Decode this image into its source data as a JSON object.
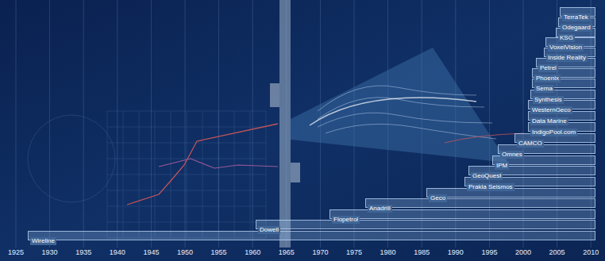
{
  "diagram": {
    "nodes": [
      {
        "text": [
          "Wireline"
        ]
      },
      {
        "text": [
          "Dowell"
        ]
      },
      {
        "text": [
          "Flopetrol"
        ]
      },
      {
        "text": [
          "Anadrill"
        ]
      },
      {
        "text": [
          "Geco"
        ]
      },
      {
        "text": [
          "Prakla Seismos"
        ]
      },
      {
        "text": [
          "GeoQuest"
        ]
      },
      {
        "text": [
          "IPM"
        ]
      },
      {
        "text": [
          "Omnes"
        ]
      },
      {
        "text": [
          "CAMCO"
        ]
      },
      {
        "text": [
          "IndigoPool.com"
        ]
      },
      {
        "text": [
          "Data Marine"
        ]
      },
      {
        "text": [
          "WesternGeco"
        ]
      },
      {
        "text": [
          "Synthesis"
        ]
      },
      {
        "text": [
          "Sema"
        ]
      },
      {
        "text": [
          "Phoenix"
        ]
      },
      {
        "text": [
          "Petrel"
        ]
      },
      {
        "text": [
          "Inside Reality"
        ]
      },
      {
        "text": [
          "VoxelVision"
        ]
      },
      {
        "text": [
          "KSG"
        ]
      },
      {
        "text": [
          "Odegaard"
        ]
      },
      {
        "text": [
          "TerraTek"
        ]
      }
    ],
    "labels": [
      "1925",
      "1930",
      "1935",
      "1940",
      "1945",
      "1950",
      "1955",
      "1960",
      "1965",
      "1970",
      "1975",
      "1980",
      "1985",
      "1990",
      "1995",
      "2000",
      "2005",
      "2010"
    ]
  }
}
